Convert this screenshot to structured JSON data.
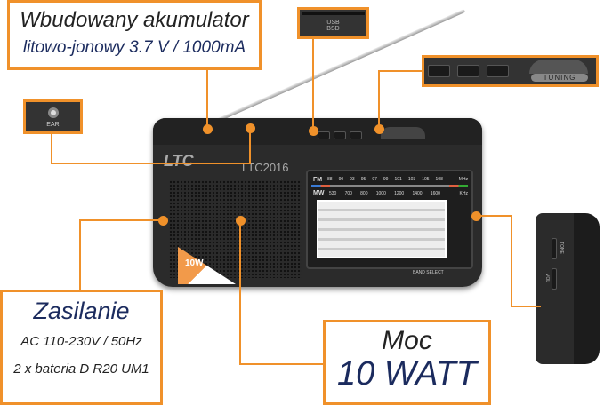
{
  "battery": {
    "title": "Wbudowany akumulator",
    "subtitle": "litowo-jonowy 3.7 V / 1000mA"
  },
  "usb": {
    "line1": "USB",
    "line2": "BSD"
  },
  "tuning": {
    "label": "TUNING"
  },
  "ear": {
    "label": "EAR"
  },
  "radio": {
    "brand": "LTC",
    "model": "LTC2016",
    "badge": "10W",
    "band_select": "BAND SELECT",
    "fm": "FM",
    "mw": "MW",
    "mhz": "MHz",
    "khz": "KHz",
    "fm_scale": [
      "88",
      "90",
      "93",
      "95",
      "97",
      "99",
      "101",
      "103",
      "105",
      "108"
    ],
    "mw_scale": [
      "530",
      "700",
      "800",
      "1000",
      "1200",
      "1400",
      "1600"
    ]
  },
  "side": {
    "vol": "VOL",
    "tone": "TONE"
  },
  "power": {
    "title": "Zasilanie",
    "line1": "AC 110-230V / 50Hz",
    "line2": "2 x bateria D R20 UM1"
  },
  "moc": {
    "title": "Moc",
    "value": "10 WATT"
  },
  "colors": {
    "accent": "#f0912a",
    "navy": "#1b2b5e"
  }
}
